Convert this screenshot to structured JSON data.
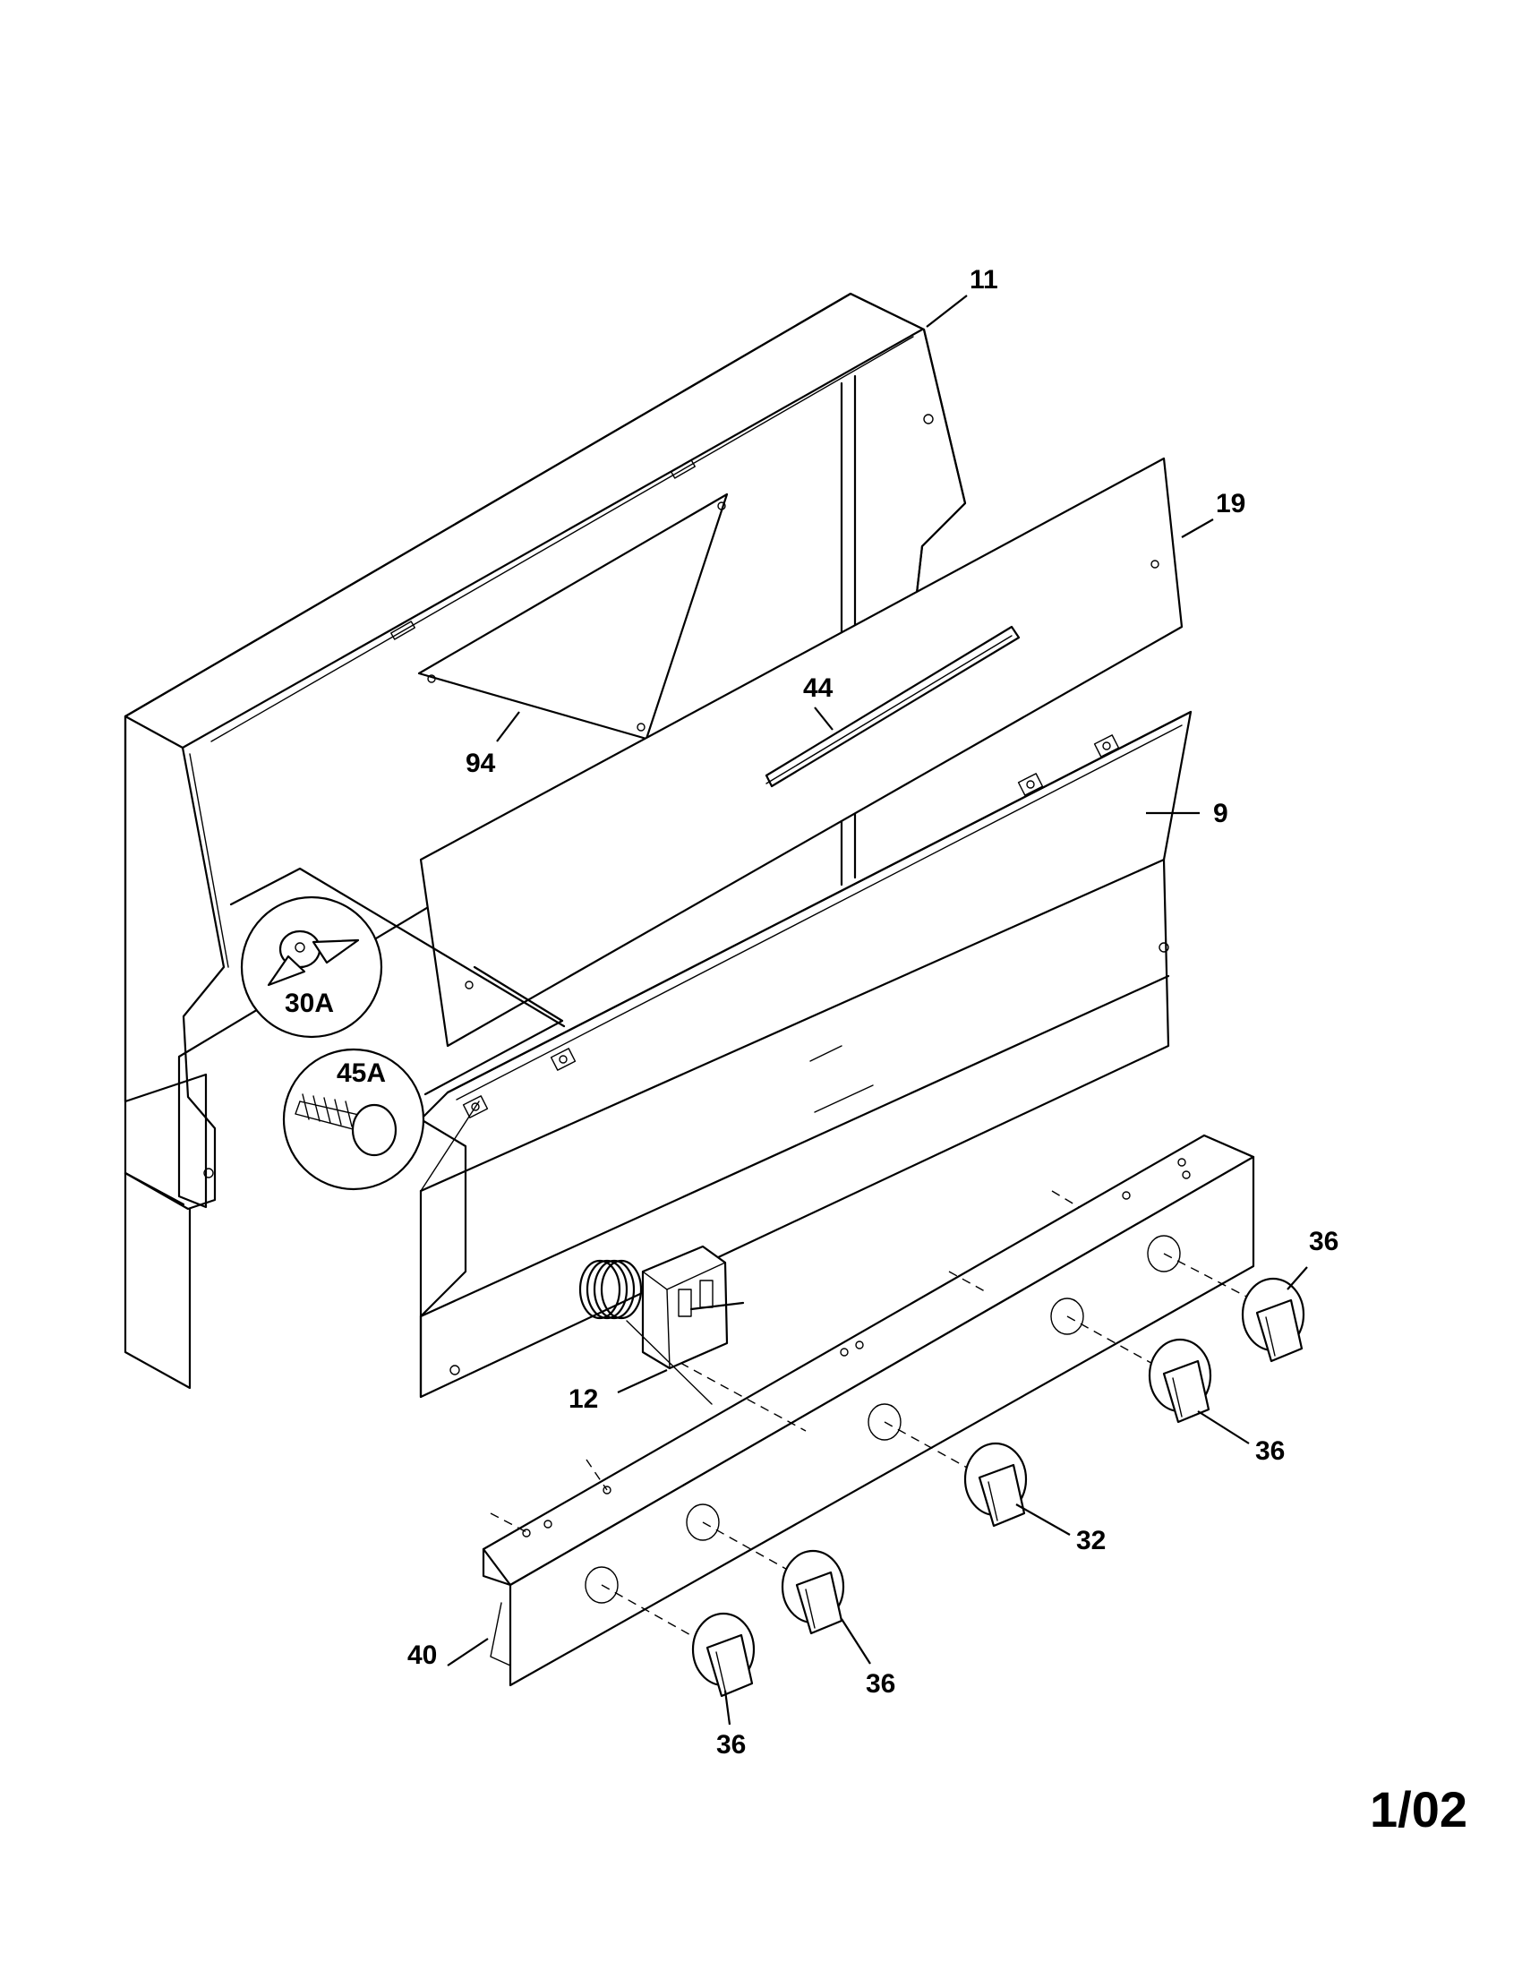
{
  "labels": {
    "l11": "11",
    "l19": "19",
    "l44": "44",
    "l94": "94",
    "l9": "9",
    "l30a": "30A",
    "l45a": "45A",
    "l12": "12",
    "l36a": "36",
    "l36b": "36",
    "l32": "32",
    "l36c": "36",
    "l36d": "36",
    "l40": "40"
  },
  "page_number": "1/02"
}
